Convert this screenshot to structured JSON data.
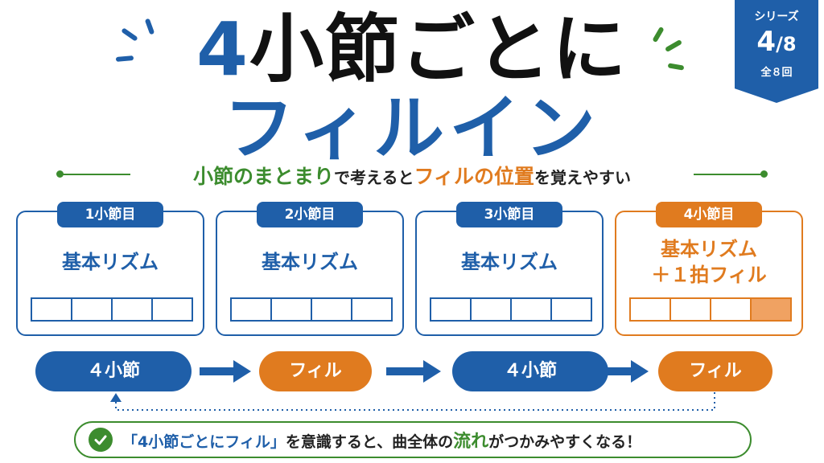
{
  "title": {
    "num": "4",
    "line1_rest": "小節ごとに",
    "line2": "フィルイン"
  },
  "badge": {
    "label": "シリーズ",
    "current": "4",
    "slash_total": "/8",
    "total_text": "全８回"
  },
  "subtitle": {
    "part1": "小節のまとまり",
    "part2": "で考えると",
    "part3": "フィルの位置",
    "part4": "を覚えやすい"
  },
  "measures": [
    {
      "label": "1小節目",
      "text1": "基本リズム",
      "text2": "",
      "filled_beats": []
    },
    {
      "label": "2小節目",
      "text1": "基本リズム",
      "text2": "",
      "filled_beats": []
    },
    {
      "label": "3小節目",
      "text1": "基本リズム",
      "text2": "",
      "filled_beats": []
    },
    {
      "label": "4小節目",
      "text1": "基本リズム",
      "text2": "＋１拍フィル",
      "filled_beats": [
        4
      ]
    }
  ],
  "flow": [
    {
      "label": "４小節"
    },
    {
      "label": "フィル"
    },
    {
      "label": "４小節"
    },
    {
      "label": "フィル"
    }
  ],
  "note": {
    "part1": "「4小節ごとにフィル」",
    "part2": "を意識すると、曲全体の",
    "part3": "流れ",
    "part4": "がつかみやすくなる！"
  },
  "colors": {
    "blue": "#1f5fa9",
    "orange": "#e07b1f",
    "green": "#3c8c2e",
    "fill_beat": "#f0a262"
  },
  "icons": [
    "check-icon",
    "arrow-right-icon",
    "loop-back-arrow-icon"
  ]
}
